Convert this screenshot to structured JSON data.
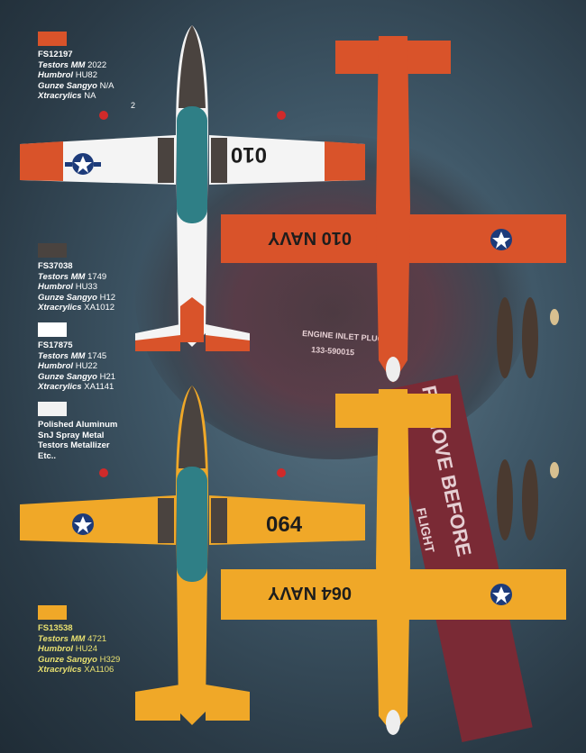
{
  "legend": [
    {
      "code": "FS12197",
      "color": "#d9532a",
      "testors_label": "Testors MM",
      "testors": "2022",
      "humbrol_label": "Humbrol",
      "humbrol": "HU82",
      "gunze_label": "Gunze Sangyo",
      "gunze": "N/A",
      "xtra_label": "Xtracrylics",
      "xtra": "NA"
    },
    {
      "code": "FS37038",
      "color": "#4a433f",
      "testors_label": "Testors MM",
      "testors": "1749",
      "humbrol_label": "Humbrol",
      "humbrol": "HU33",
      "gunze_label": "Gunze Sangyo",
      "gunze": "H12",
      "xtra_label": "Xtracrylics",
      "xtra": "XA1012"
    },
    {
      "code": "FS17875",
      "color": "#ffffff",
      "testors_label": "Testors MM",
      "testors": "1745",
      "humbrol_label": "Humbrol",
      "humbrol": "HU22",
      "gunze_label": "Gunze Sangyo",
      "gunze": "H21",
      "xtra_label": "Xtracrylics",
      "xtra": "XA1141"
    },
    {
      "code": "FS13538",
      "color": "#f0a828",
      "testors_label": "Testors MM",
      "testors": "4721",
      "humbrol_label": "Humbrol",
      "humbrol": "HU24",
      "gunze_label": "Gunze Sangyo",
      "gunze": "H329",
      "xtra_label": "Xtracrylics",
      "xtra": "XA1106"
    }
  ],
  "aluminum": {
    "color": "#f2f2f2",
    "lines": [
      "Polished Aluminum",
      "SnJ Spray Metal",
      "Testors Metallizer",
      "Etc.."
    ]
  },
  "aircraft": {
    "top1_number": "010",
    "bottom1_marking": "010 NAVY",
    "top2_number": "064",
    "bottom2_marking": "064 NAVY",
    "callout_2": "2"
  },
  "photo_text": {
    "plug": "ENGINE INLET PLUG",
    "plug_no": "133-590015",
    "streamer": "REMOVE BEFORE",
    "streamer2": "FLIGHT"
  },
  "colors": {
    "orange": "#d9532a",
    "white": "#f4f4f4",
    "dark": "#4a433f",
    "teal": "#2f7f86",
    "yellow": "#f0a828"
  }
}
